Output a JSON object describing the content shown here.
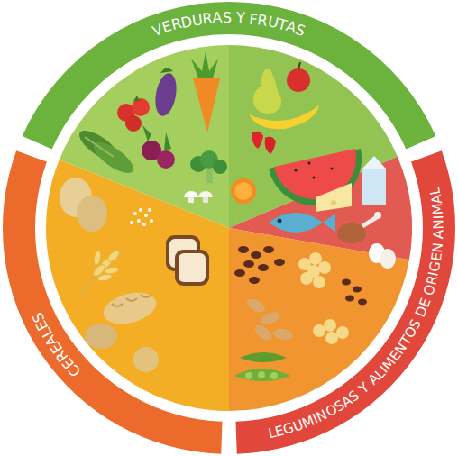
{
  "diagram": {
    "nodes": [
      {
        "text": [
          "VERDURAS Y FRUTAS"
        ]
      },
      {
        "text": [
          "LEGUMINOSAS Y ALIMENTOS DE ORIGEN ANIMAL"
        ]
      },
      {
        "text": [
          "CEREALES"
        ]
      }
    ]
  }
}
